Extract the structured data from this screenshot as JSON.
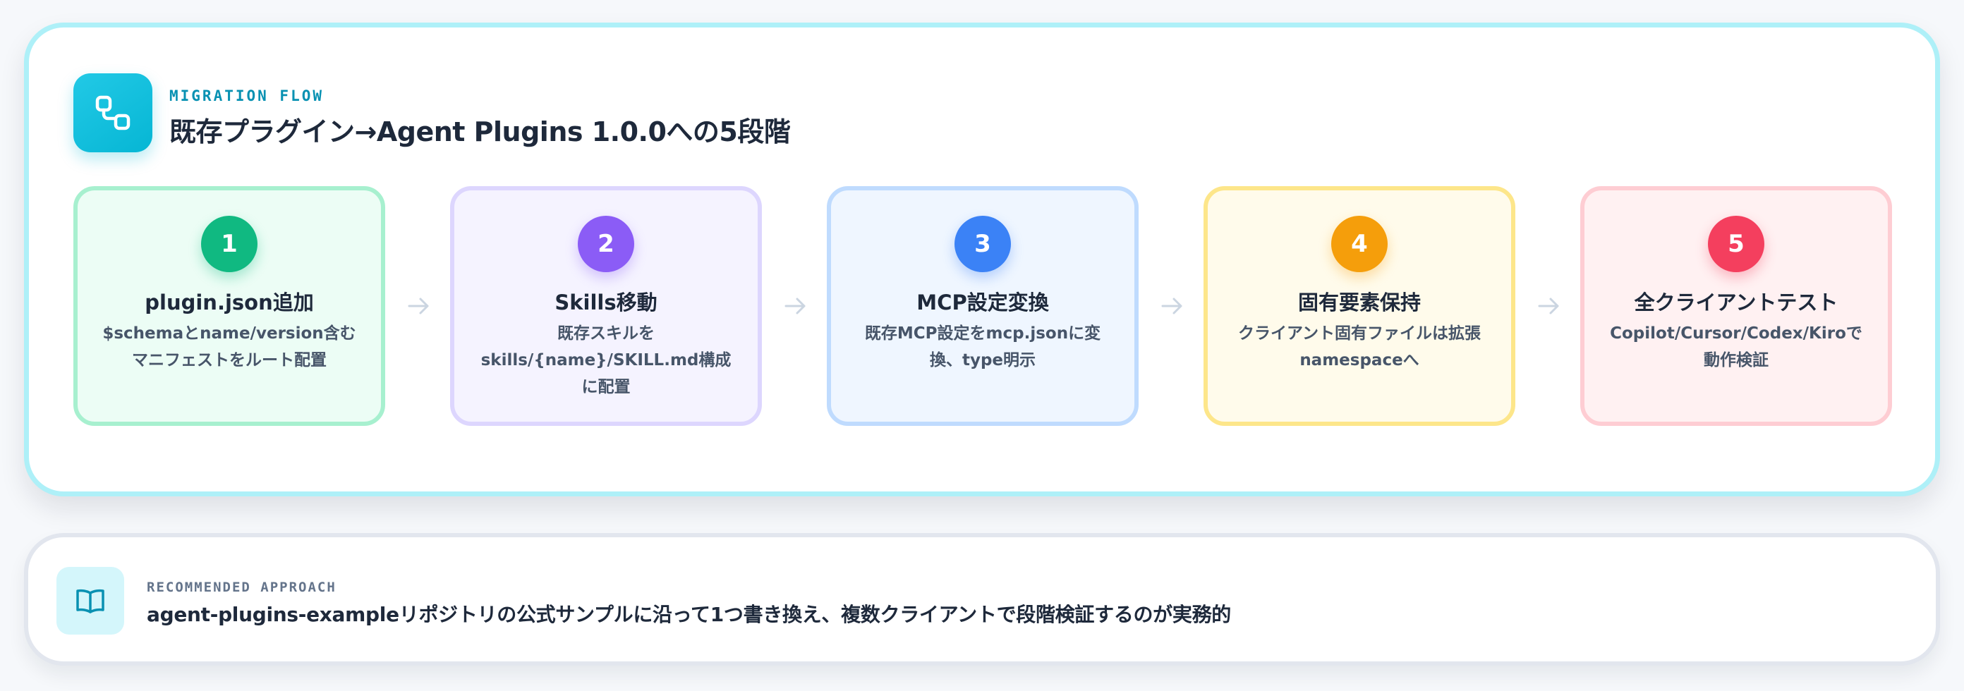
{
  "header": {
    "eyebrow": "MIGRATION FLOW",
    "title": "既存プラグイン→Agent Plugins 1.0.0への5段階",
    "icon": "flow-icon"
  },
  "steps": [
    {
      "number": "1",
      "title": "plugin.json追加",
      "description": "$schemaとname/version含むマニフェストをルート配置",
      "accent": "#10b981",
      "bg": "#ecfdf5",
      "border": "#a7f0cf"
    },
    {
      "number": "2",
      "title": "Skills移動",
      "description": "既存スキルをskills/{name}/SKILL.md構成に配置",
      "accent": "#8b5cf6",
      "bg": "#f5f3ff",
      "border": "#ddd6fe"
    },
    {
      "number": "3",
      "title": "MCP設定変換",
      "description": "既存MCP設定をmcp.jsonに変換、type明示",
      "accent": "#3b82f6",
      "bg": "#eff6ff",
      "border": "#bfdbfe"
    },
    {
      "number": "4",
      "title": "固有要素保持",
      "description": "クライアント固有ファイルは拡張namespaceへ",
      "accent": "#f59e0b",
      "bg": "#fffbeb",
      "border": "#fde68a"
    },
    {
      "number": "5",
      "title": "全クライアントテスト",
      "description": "Copilot/Cursor/Codex/Kiroで動作検証",
      "accent": "#f43f5e",
      "bg": "#fff1f2",
      "border": "#fecdd3"
    }
  ],
  "recommendation": {
    "eyebrow": "RECOMMENDED APPROACH",
    "text": "agent-plugins-exampleリポジトリの公式サンプルに沿って1つ書き換え、複数クライアントで段階検証するのが実務的",
    "icon": "book-icon"
  }
}
